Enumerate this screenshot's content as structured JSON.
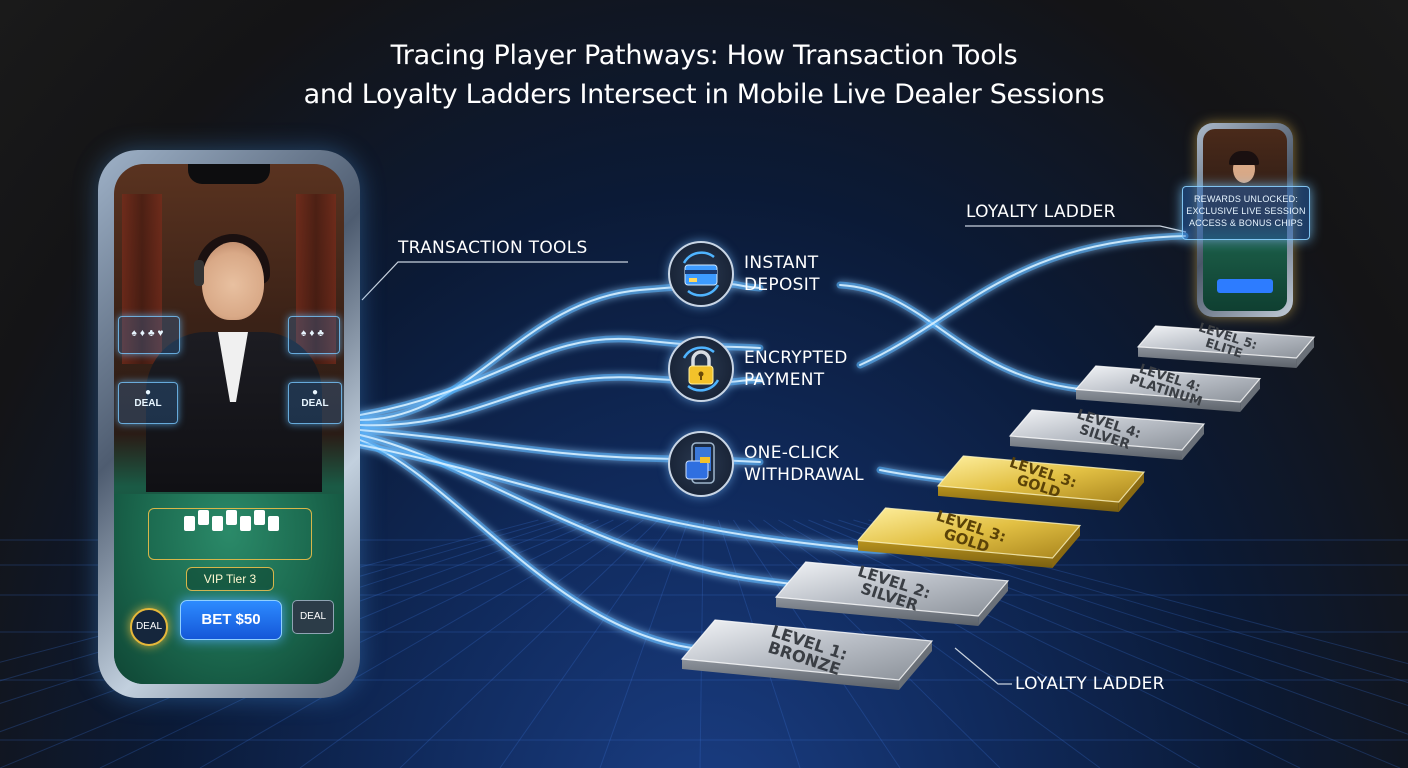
{
  "title": {
    "line1": "Tracing Player Pathways: How Transaction Tools",
    "line2": "and Loyalty Ladders Intersect in Mobile Live Dealer Sessions"
  },
  "labels": {
    "transaction_tools": "TRANSACTION TOOLS",
    "loyalty_ladder_top": "LOYALTY LADDER",
    "loyalty_ladder_bottom": "LOYALTY LADDER"
  },
  "tools": [
    {
      "icon": "credit-card-icon",
      "line1": "INSTANT",
      "line2": "DEPOSIT"
    },
    {
      "icon": "padlock-icon",
      "line1": "ENCRYPTED",
      "line2": "PAYMENT"
    },
    {
      "icon": "wallet-phone-icon",
      "line1": "ONE-CLICK",
      "line2": "WITHDRAWAL"
    }
  ],
  "levels": [
    {
      "line1": "LEVEL 1:",
      "line2": "BRONZE",
      "finish": "silver"
    },
    {
      "line1": "LEVEL 2:",
      "line2": "SILVER",
      "finish": "silver"
    },
    {
      "line1": "LEVEL 3:",
      "line2": "GOLD",
      "finish": "gold"
    },
    {
      "line1": "LEVEL 3:",
      "line2": "GOLD",
      "finish": "gold"
    },
    {
      "line1": "LEVEL 4:",
      "line2": "SILVER",
      "finish": "silver"
    },
    {
      "line1": "LEVEL 4:",
      "line2": "PLATINUM",
      "finish": "silver"
    },
    {
      "line1": "LEVEL 5:",
      "line2": "ELITE",
      "finish": "silver"
    }
  ],
  "phone": {
    "deal_label_left": "DEAL",
    "deal_label_right": "DEAL",
    "vip_badge": "VIP Tier 3",
    "bet_button": "BET $50",
    "deal_chip": "DEAL",
    "deal_button": "DEAL"
  },
  "rewards": {
    "line1": "REWARDS UNLOCKED:",
    "line2": "EXCLUSIVE LIVE SESSION",
    "line3": "ACCESS & BONUS CHIPS"
  },
  "colors": {
    "stream": "#4fb4ff",
    "stream_core": "#d8f0ff",
    "gold": "#e2c044",
    "silver": "#c8ccd2",
    "background_top": "#1a1a1a",
    "background_bottom": "#1b3f86"
  }
}
